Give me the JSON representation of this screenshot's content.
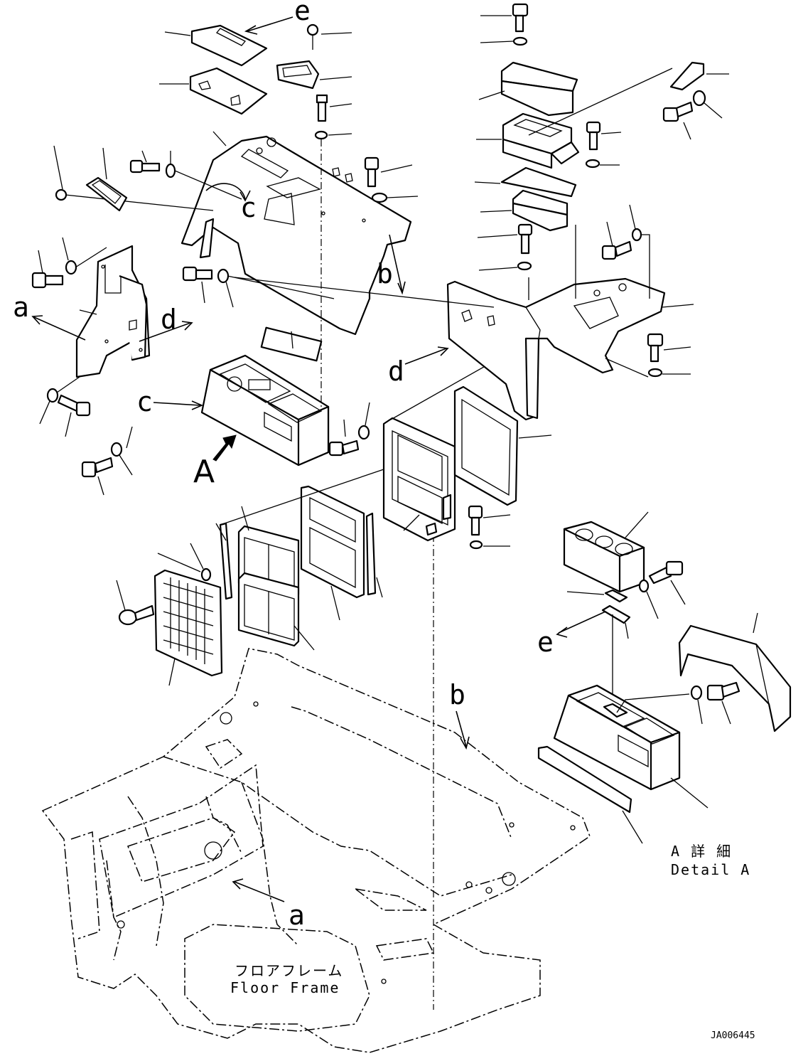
{
  "refs": {
    "a": "a",
    "b": "b",
    "c": "c",
    "d": "d",
    "e": "e",
    "view": "A"
  },
  "labels": {
    "detail_jp": "A 詳 細",
    "detail_en": "Detail A",
    "floor_jp": "フロアフレーム",
    "floor_en": "Floor Frame",
    "drawing_code": "JA006445"
  }
}
